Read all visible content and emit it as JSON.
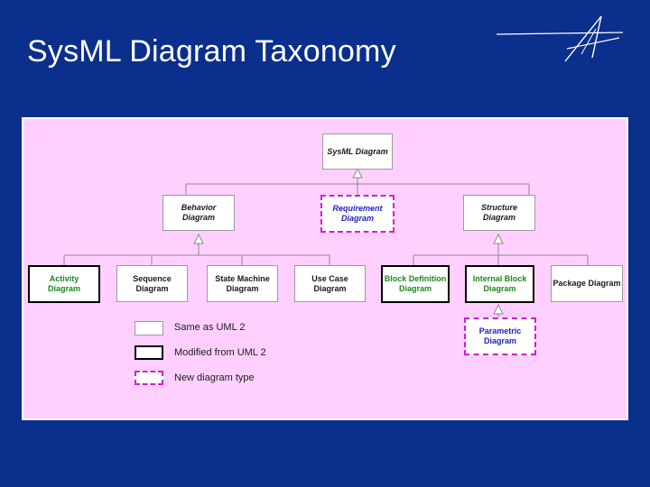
{
  "slide": {
    "title": "SysML Diagram Taxonomy"
  },
  "colors": {
    "background": "#0a2f8c",
    "panel": "#ffd0ff",
    "new_border": "#d21ed2",
    "new_text": "#2020c0",
    "green_text": "#1a8a1a"
  },
  "diagram": {
    "root": "SysML Diagram",
    "behavior": "Behavior\nDiagram",
    "requirement": "Requirement\nDiagram",
    "structure": "Structure\nDiagram",
    "activity": "Activity\nDiagram",
    "sequence": "Sequence\nDiagram",
    "state_machine": "State Machine\nDiagram",
    "use_case": "Use Case\nDiagram",
    "block_definition": "Block Definition\nDiagram",
    "internal_block": "Internal Block\nDiagram",
    "package": "Package Diagram",
    "parametric": "Parametric\nDiagram"
  },
  "legend": {
    "same": "Same as UML 2",
    "modified": "Modified from UML 2",
    "new": "New diagram type"
  }
}
